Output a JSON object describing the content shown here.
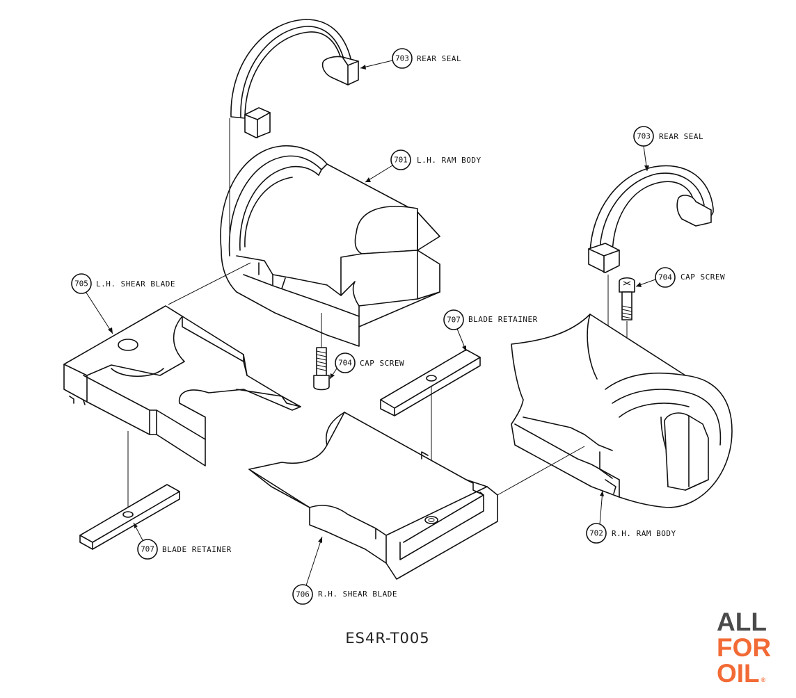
{
  "drawing_number": "ES4R-T005",
  "logo": {
    "line1": "ALL",
    "line2": "FOR",
    "line3": "OIL",
    "mark": "®",
    "brand_dark": "#4a4a4a",
    "brand_orange": "#f26a35"
  },
  "callouts": [
    {
      "id": "c703a",
      "num": "703",
      "label": "REAR SEAL"
    },
    {
      "id": "c701",
      "num": "701",
      "label": "L.H. RAM BODY"
    },
    {
      "id": "c703b",
      "num": "703",
      "label": "REAR SEAL"
    },
    {
      "id": "c705",
      "num": "705",
      "label": "L.H. SHEAR BLADE"
    },
    {
      "id": "c704a",
      "num": "704",
      "label": "CAP SCREW"
    },
    {
      "id": "c704b",
      "num": "704",
      "label": "CAP SCREW"
    },
    {
      "id": "c707a",
      "num": "707",
      "label": "BLADE RETAINER"
    },
    {
      "id": "c707b",
      "num": "707",
      "label": "BLADE RETAINER"
    },
    {
      "id": "c702",
      "num": "702",
      "label": "R.H. RAM BODY"
    },
    {
      "id": "c706",
      "num": "706",
      "label": "R.H. SHEAR BLADE"
    }
  ]
}
